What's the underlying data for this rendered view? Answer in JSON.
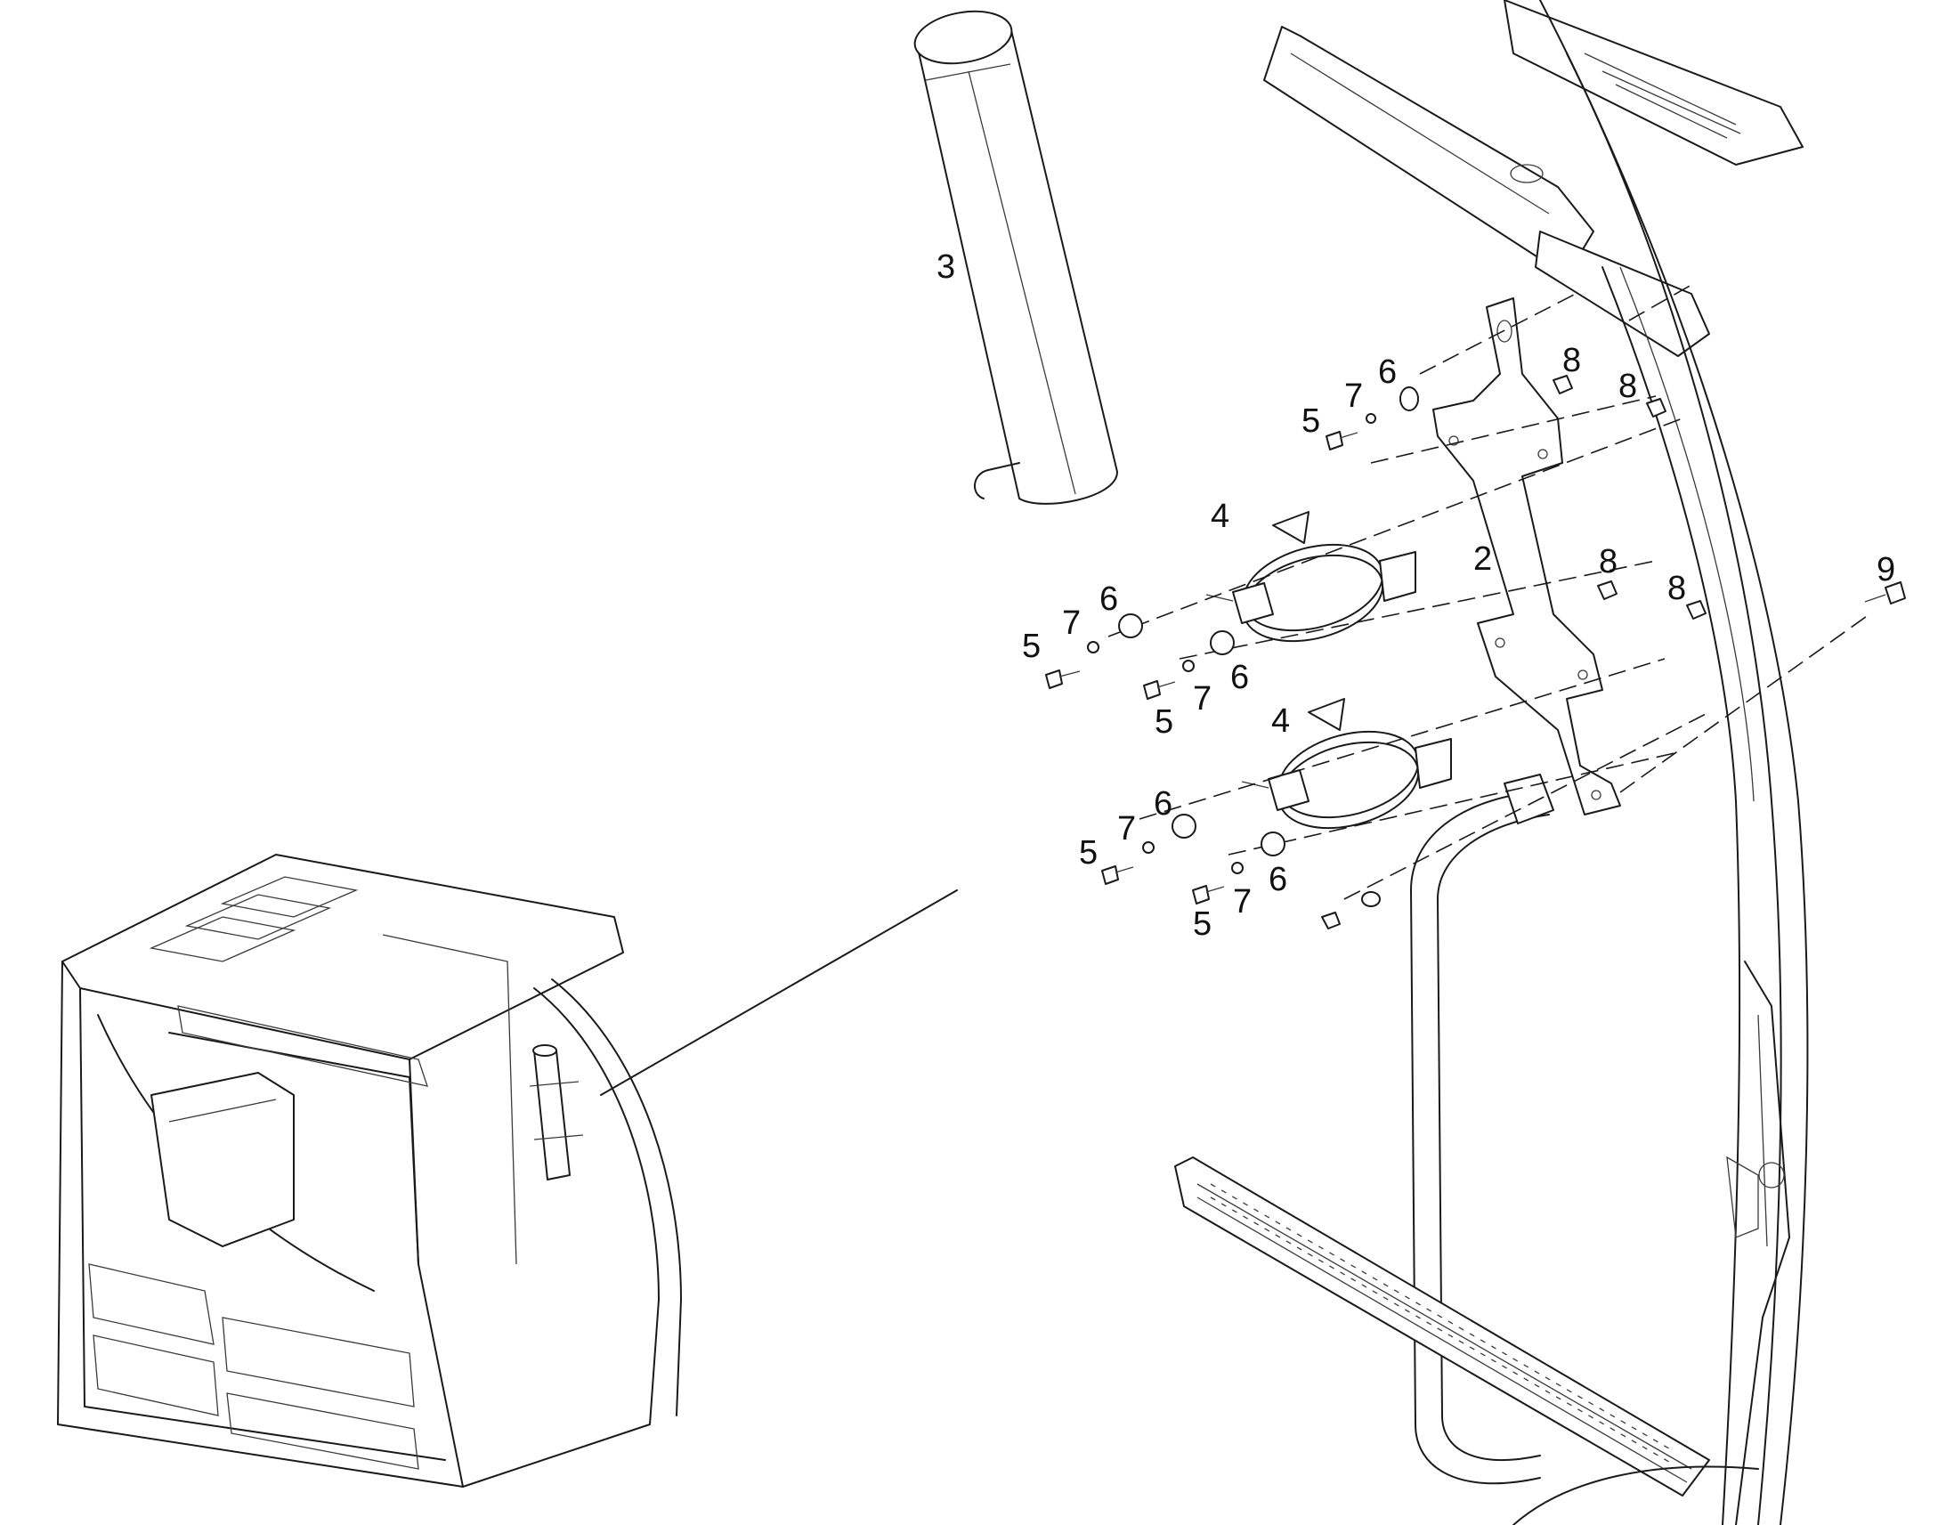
{
  "callouts": {
    "c2": "2",
    "c3": "3",
    "c4a": "4",
    "c4b": "4",
    "c5a": "5",
    "c5b": "5",
    "c5c": "5",
    "c5d": "5",
    "c5e": "5",
    "c6a": "6",
    "c6b": "6",
    "c6c": "6",
    "c6d": "6",
    "c6e": "6",
    "c7a": "7",
    "c7b": "7",
    "c7c": "7",
    "c7d": "7",
    "c7e": "7",
    "c8a": "8",
    "c8b": "8",
    "c8c": "8",
    "c8d": "8",
    "c9": "9"
  },
  "colors": {
    "line": "#1a1a1a",
    "background": "#ffffff"
  }
}
